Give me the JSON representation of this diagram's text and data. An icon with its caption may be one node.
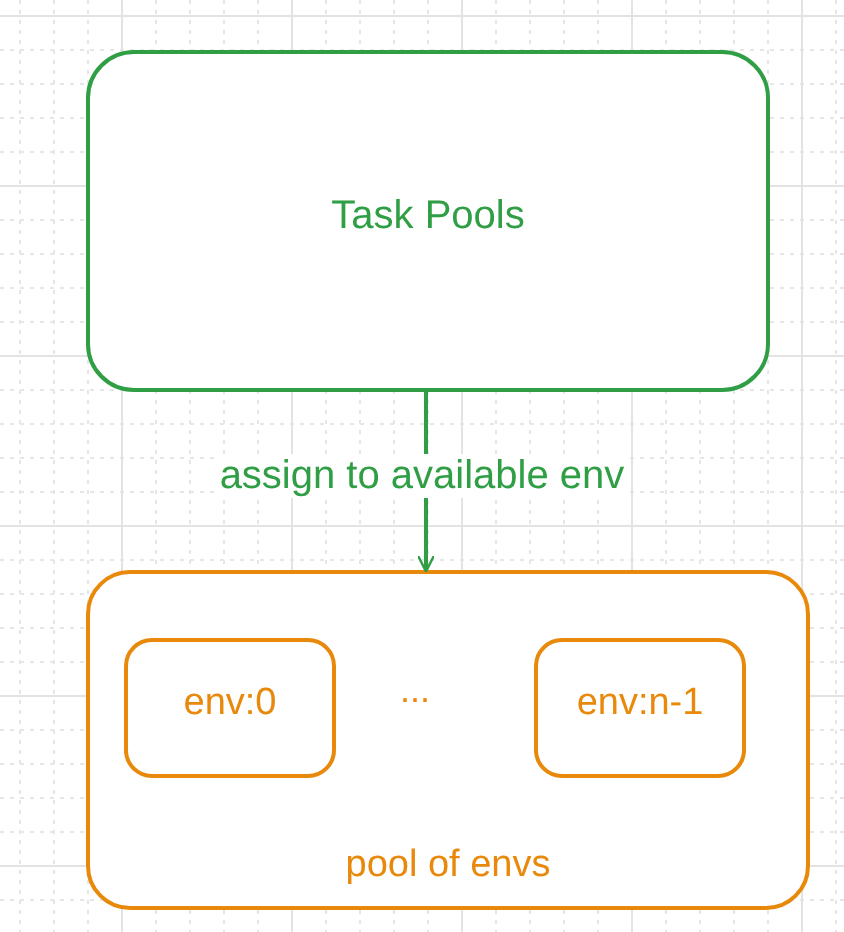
{
  "diagram": {
    "nodes": [
      {
        "text": [
          "Task Pools"
        ]
      },
      {
        "text": [
          "pool of envs"
        ]
      },
      {
        "text": [
          "env:0"
        ],
        "in": 1
      },
      {
        "text": [
          "env:n-1"
        ],
        "in": 1
      }
    ],
    "edges": [
      {
        "from": 0,
        "to": 1,
        "arrow": "to",
        "label": "assign to available env"
      }
    ],
    "labels": [
      "..."
    ]
  }
}
